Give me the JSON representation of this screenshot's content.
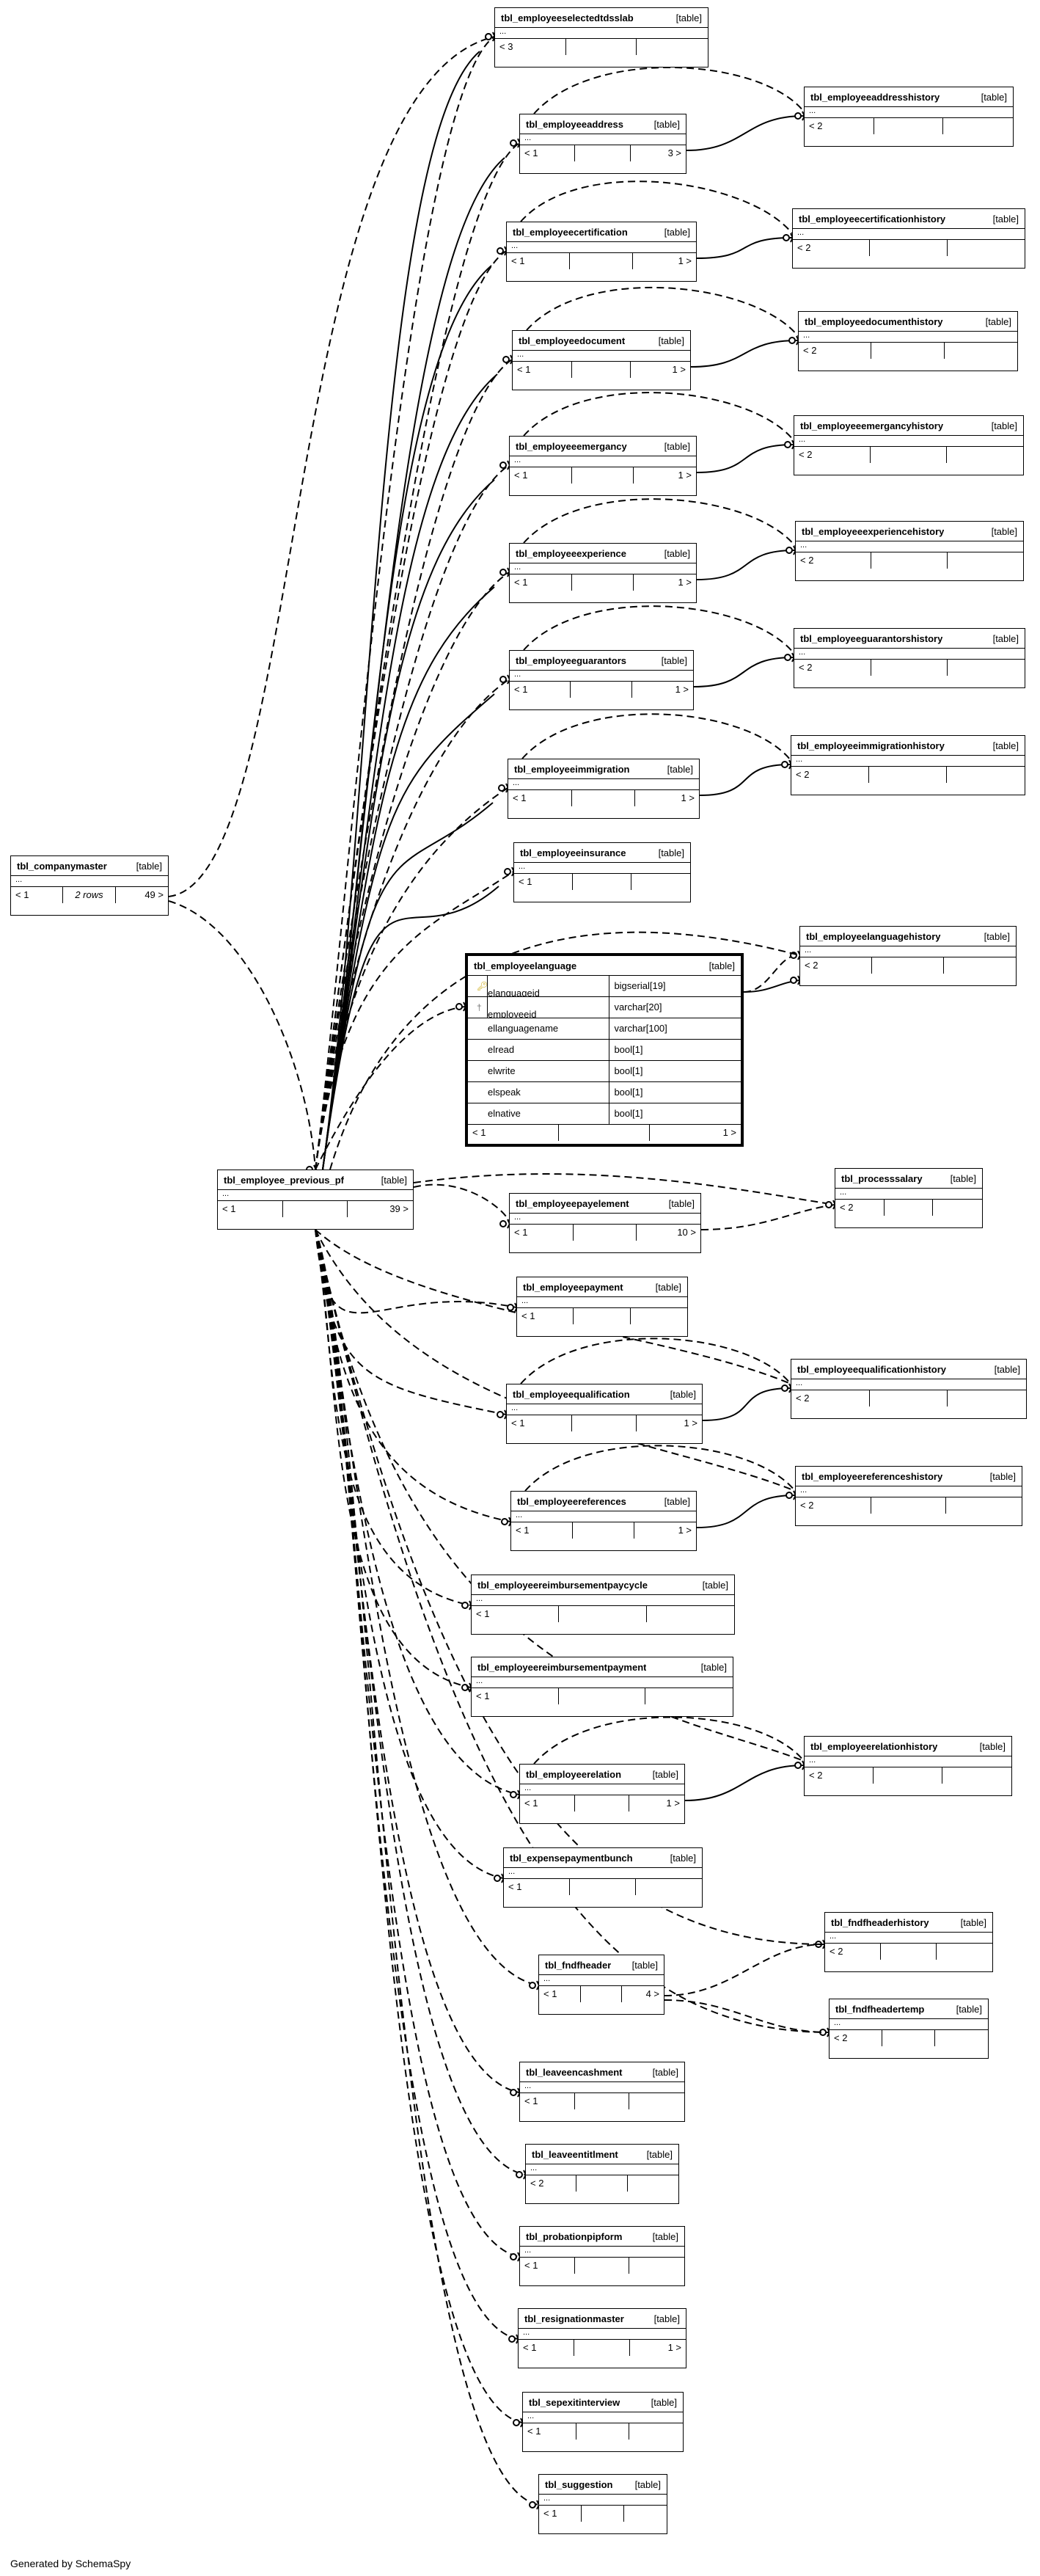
{
  "footer": "Generated by SchemaSpy",
  "tables": [
    {
      "id": "selectedtds",
      "name": "tbl_employeeselectedtdsslab",
      "kind": "[table]",
      "left": "< 3",
      "mid": "",
      "right": ""
    },
    {
      "id": "address",
      "name": "tbl_employeeaddress",
      "kind": "[table]",
      "left": "< 1",
      "mid": "",
      "right": "3 >"
    },
    {
      "id": "addresshist",
      "name": "tbl_employeeaddresshistory",
      "kind": "[table]",
      "left": "< 2",
      "mid": "",
      "right": ""
    },
    {
      "id": "cert",
      "name": "tbl_employeecertification",
      "kind": "[table]",
      "left": "< 1",
      "mid": "",
      "right": "1 >"
    },
    {
      "id": "certhist",
      "name": "tbl_employeecertificationhistory",
      "kind": "[table]",
      "left": "< 2",
      "mid": "",
      "right": ""
    },
    {
      "id": "doc",
      "name": "tbl_employeedocument",
      "kind": "[table]",
      "left": "< 1",
      "mid": "",
      "right": "1 >"
    },
    {
      "id": "dochist",
      "name": "tbl_employeedocumenthistory",
      "kind": "[table]",
      "left": "< 2",
      "mid": "",
      "right": ""
    },
    {
      "id": "emerg",
      "name": "tbl_employeeemergancy",
      "kind": "[table]",
      "left": "< 1",
      "mid": "",
      "right": "1 >"
    },
    {
      "id": "emerghist",
      "name": "tbl_employeeemergancyhistory",
      "kind": "[table]",
      "left": "< 2",
      "mid": "",
      "right": ""
    },
    {
      "id": "exp",
      "name": "tbl_employeeexperience",
      "kind": "[table]",
      "left": "< 1",
      "mid": "",
      "right": "1 >"
    },
    {
      "id": "exphist",
      "name": "tbl_employeeexperiencehistory",
      "kind": "[table]",
      "left": "< 2",
      "mid": "",
      "right": ""
    },
    {
      "id": "guar",
      "name": "tbl_employeeguarantors",
      "kind": "[table]",
      "left": "< 1",
      "mid": "",
      "right": "1 >"
    },
    {
      "id": "guarhist",
      "name": "tbl_employeeguarantorshistory",
      "kind": "[table]",
      "left": "< 2",
      "mid": "",
      "right": ""
    },
    {
      "id": "immig",
      "name": "tbl_employeeimmigration",
      "kind": "[table]",
      "left": "< 1",
      "mid": "",
      "right": "1 >"
    },
    {
      "id": "immighist",
      "name": "tbl_employeeimmigrationhistory",
      "kind": "[table]",
      "left": "< 2",
      "mid": "",
      "right": ""
    },
    {
      "id": "ins",
      "name": "tbl_employeeinsurance",
      "kind": "[table]",
      "left": "< 1",
      "mid": "",
      "right": ""
    },
    {
      "id": "langhist",
      "name": "tbl_employeelanguagehistory",
      "kind": "[table]",
      "left": "< 2",
      "mid": "",
      "right": ""
    },
    {
      "id": "company",
      "name": "tbl_companymaster",
      "kind": "[table]",
      "left": "< 1",
      "mid": "2 rows",
      "right": "49 >"
    },
    {
      "id": "prevpf",
      "name": "tbl_employee_previous_pf",
      "kind": "[table]",
      "left": "< 1",
      "mid": "",
      "right": "39 >"
    },
    {
      "id": "payel",
      "name": "tbl_employeepayelement",
      "kind": "[table]",
      "left": "< 1",
      "mid": "",
      "right": "10 >"
    },
    {
      "id": "procsal",
      "name": "tbl_processsalary",
      "kind": "[table]",
      "left": "< 2",
      "mid": "",
      "right": ""
    },
    {
      "id": "payment",
      "name": "tbl_employeepayment",
      "kind": "[table]",
      "left": "< 1",
      "mid": "",
      "right": ""
    },
    {
      "id": "qual",
      "name": "tbl_employeequalification",
      "kind": "[table]",
      "left": "< 1",
      "mid": "",
      "right": "1 >"
    },
    {
      "id": "qualhist",
      "name": "tbl_employeequalificationhistory",
      "kind": "[table]",
      "left": "< 2",
      "mid": "",
      "right": ""
    },
    {
      "id": "ref",
      "name": "tbl_employeereferences",
      "kind": "[table]",
      "left": "< 1",
      "mid": "",
      "right": "1 >"
    },
    {
      "id": "refhist",
      "name": "tbl_employeereferenceshistory",
      "kind": "[table]",
      "left": "< 2",
      "mid": "",
      "right": ""
    },
    {
      "id": "reimbpc",
      "name": "tbl_employeereimbursementpaycycle",
      "kind": "[table]",
      "left": "< 1",
      "mid": "",
      "right": ""
    },
    {
      "id": "reimbpay",
      "name": "tbl_employeereimbursementpayment",
      "kind": "[table]",
      "left": "< 1",
      "mid": "",
      "right": ""
    },
    {
      "id": "relhist",
      "name": "tbl_employeerelationhistory",
      "kind": "[table]",
      "left": "< 2",
      "mid": "",
      "right": ""
    },
    {
      "id": "rel",
      "name": "tbl_employeerelation",
      "kind": "[table]",
      "left": "< 1",
      "mid": "",
      "right": "1 >"
    },
    {
      "id": "expbunch",
      "name": "tbl_expensepaymentbunch",
      "kind": "[table]",
      "left": "< 1",
      "mid": "",
      "right": ""
    },
    {
      "id": "fnfhist",
      "name": "tbl_fndfheaderhistory",
      "kind": "[table]",
      "left": "< 2",
      "mid": "",
      "right": ""
    },
    {
      "id": "fnf",
      "name": "tbl_fndfheader",
      "kind": "[table]",
      "left": "< 1",
      "mid": "",
      "right": "4 >"
    },
    {
      "id": "fnftemp",
      "name": "tbl_fndfheadertemp",
      "kind": "[table]",
      "left": "< 2",
      "mid": "",
      "right": ""
    },
    {
      "id": "leavecash",
      "name": "tbl_leaveencashment",
      "kind": "[table]",
      "left": "< 1",
      "mid": "",
      "right": ""
    },
    {
      "id": "leaveent",
      "name": "tbl_leaveentitlment",
      "kind": "[table]",
      "left": "< 2",
      "mid": "",
      "right": ""
    },
    {
      "id": "probation",
      "name": "tbl_probationpipform",
      "kind": "[table]",
      "left": "< 1",
      "mid": "",
      "right": ""
    },
    {
      "id": "resign",
      "name": "tbl_resignationmaster",
      "kind": "[table]",
      "left": "< 1",
      "mid": "",
      "right": "1 >"
    },
    {
      "id": "sepexit",
      "name": "tbl_sepexitinterview",
      "kind": "[table]",
      "left": "< 1",
      "mid": "",
      "right": ""
    },
    {
      "id": "suggest",
      "name": "tbl_suggestion",
      "kind": "[table]",
      "left": "< 1",
      "mid": "",
      "right": ""
    }
  ],
  "focus": {
    "name": "tbl_employeelanguage",
    "kind": "[table]",
    "columns": [
      {
        "name": "elanguageid",
        "type": "bigserial[19]",
        "key": "pk"
      },
      {
        "name": "employeeid",
        "type": "varchar[20]",
        "key": "fk"
      },
      {
        "name": "ellanguagename",
        "type": "varchar[100]",
        "key": ""
      },
      {
        "name": "elread",
        "type": "bool[1]",
        "key": ""
      },
      {
        "name": "elwrite",
        "type": "bool[1]",
        "key": ""
      },
      {
        "name": "elspeak",
        "type": "bool[1]",
        "key": ""
      },
      {
        "name": "elnative",
        "type": "bool[1]",
        "key": ""
      }
    ],
    "left": "< 1",
    "right": "1 >"
  }
}
